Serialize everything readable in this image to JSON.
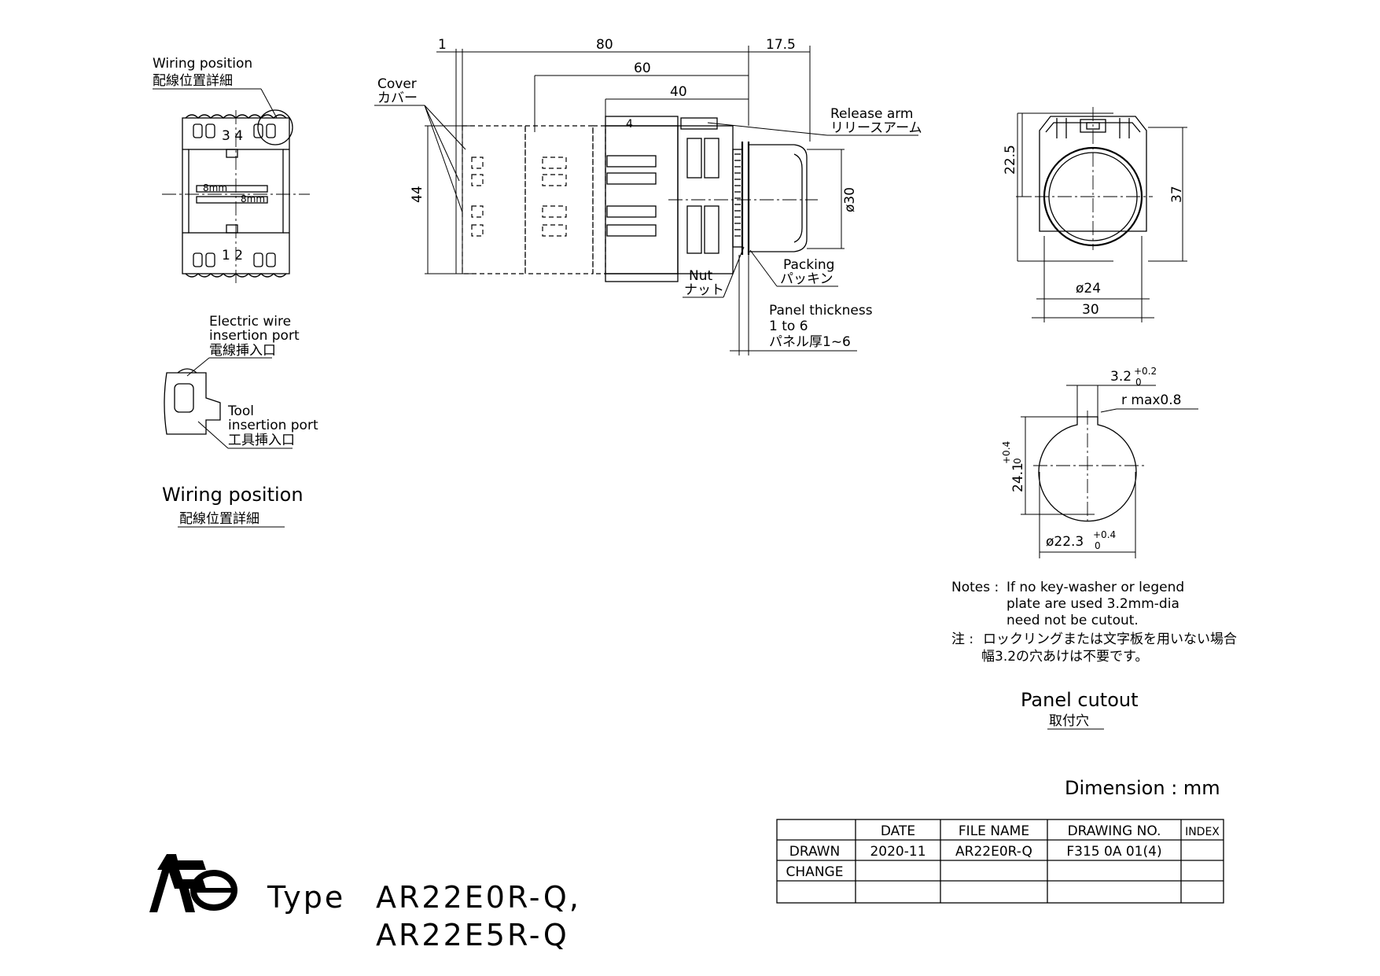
{
  "views": {
    "wiring": {
      "top_label_en": "Wiring position",
      "top_label_ja": "配線位置詳細",
      "terminal_top": "3 4",
      "terminal_bottom": "1 2",
      "strip_label": "8mm",
      "wire_port_en1": "Electric wire",
      "wire_port_en2": "insertion port",
      "wire_port_ja": "電線挿入口",
      "tool_port_en1": "Tool",
      "tool_port_en2": "insertion port",
      "tool_port_ja": "工具挿入口",
      "caption_en": "Wiring position",
      "caption_ja": "配線位置詳細"
    },
    "side": {
      "dim_1": "1",
      "dim_80": "80",
      "dim_17_5": "17.5",
      "dim_60": "60",
      "dim_40": "40",
      "dim_44": "44",
      "dim_dia30": "ø30",
      "block_number": "4",
      "cover_en": "Cover",
      "cover_ja": "カバー",
      "release_en": "Release arm",
      "release_ja": "リリースアーム",
      "packing_en": "Packing",
      "packing_ja": "パッキン",
      "nut_en": "Nut",
      "nut_ja": "ナット",
      "panel_en1": "Panel thickness",
      "panel_en2": "1 to 6",
      "panel_ja": "パネル厚1~6"
    },
    "front": {
      "dim_22_5": "22.5",
      "dim_37": "37",
      "dim_dia24": "ø24",
      "dim_30": "30"
    },
    "cutout": {
      "dim_width": "3.2",
      "dim_width_tol": "+0.2",
      "dim_width_tol_low": "0",
      "dim_radius": "r max0.8",
      "dim_height": "24.1",
      "dim_height_tol": "+0.4",
      "dim_height_tol_low": "0",
      "dim_dia": "ø22.3",
      "dim_dia_tol": "+0.4",
      "dim_dia_tol_low": "0",
      "caption_en": "Panel cutout",
      "caption_ja": "取付穴"
    }
  },
  "notes": {
    "prefix": "Notes :",
    "line1": "If no key-washer or legend",
    "line2": "plate are used 3.2mm-dia",
    "line3": "need not be cutout.",
    "ja_prefix": "注 :",
    "ja_line1": "ロックリングまたは文字板を用いない場合",
    "ja_line2": "幅3.2の穴あけは不要です。"
  },
  "units": "Dimension : mm",
  "title_block": {
    "headers": [
      "DATE",
      "FILE NAME",
      "DRAWING NO.",
      "INDEX"
    ],
    "rows": [
      {
        "label": "DRAWN",
        "date": "2020-11",
        "file": "AR22E0R-Q",
        "drawing": "F315 0A 01(4)",
        "index": ""
      },
      {
        "label": "CHANGE",
        "date": "",
        "file": "",
        "drawing": "",
        "index": ""
      }
    ]
  },
  "type_label": "Type",
  "model_1": "AR22E0R-Q,",
  "model_2": "AR22E5R-Q",
  "logo_name": "fe-logo"
}
